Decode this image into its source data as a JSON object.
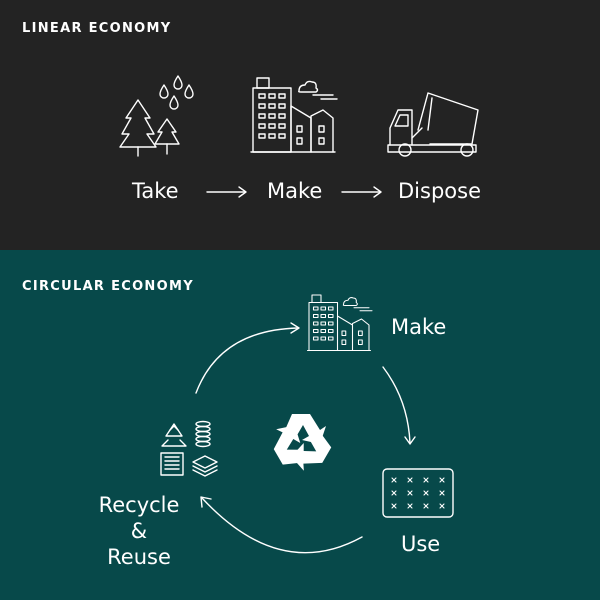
{
  "linear": {
    "title": "LINEAR ECONOMY",
    "steps": [
      {
        "label": "Take",
        "icon": "trees-water-icon"
      },
      {
        "label": "Make",
        "icon": "factory-icon"
      },
      {
        "label": "Dispose",
        "icon": "dump-truck-icon"
      }
    ]
  },
  "circular": {
    "title": "CIRCULAR ECONOMY",
    "steps": [
      {
        "label": "Make",
        "icon": "factory-icon"
      },
      {
        "label": "Use",
        "icon": "mattress-icon"
      },
      {
        "label_line1": "Recycle",
        "label_line2": "& Reuse",
        "icon": "recycled-materials-icon"
      }
    ],
    "center_icon": "recycle-icon"
  },
  "colors": {
    "linear_background": "#232323",
    "circular_background": "#07494a",
    "foreground": "#ffffff"
  }
}
